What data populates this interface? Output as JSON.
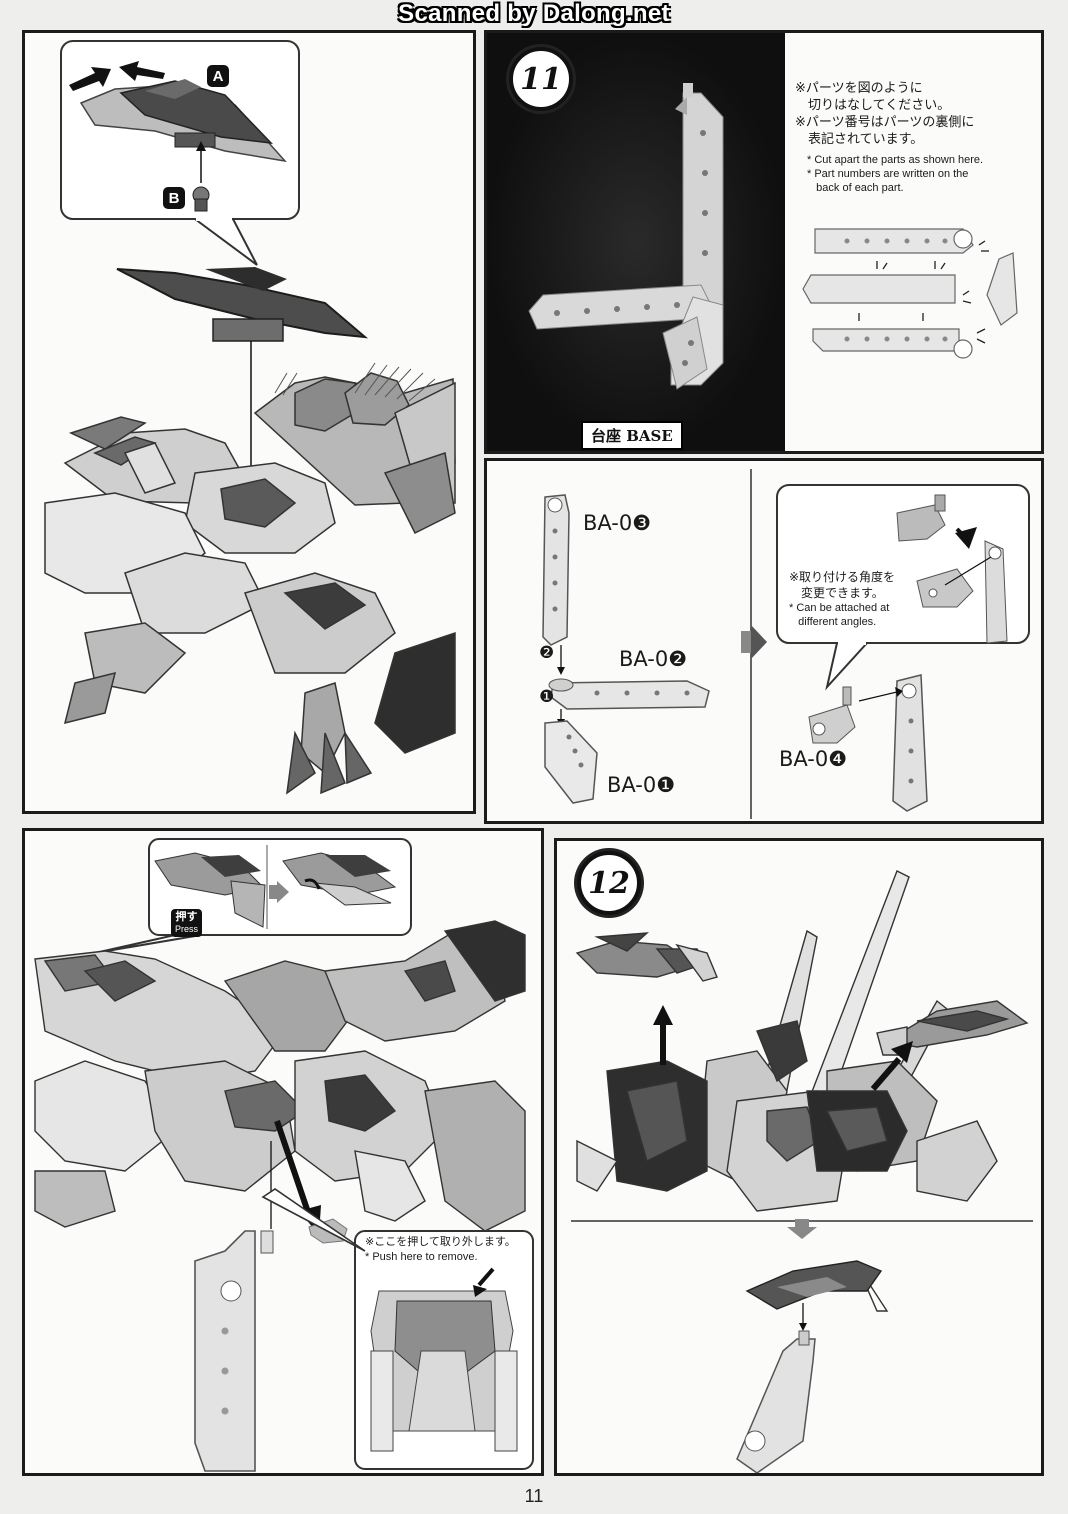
{
  "watermark": "Scanned by Dalong.net",
  "page_number": "11",
  "top_left": {
    "badge_a": "A",
    "badge_b": "B"
  },
  "step11": {
    "number": "11",
    "base_label": "台座 BASE",
    "notes_jp": [
      "※パーツを図のように",
      "　切りはなしてください。",
      "※パーツ番号はパーツの裏側に",
      "　表記されています。"
    ],
    "notes_en": [
      "* Cut apart the parts as shown here.",
      "* Part numbers are written on the",
      "   back of each part."
    ]
  },
  "assembly": {
    "parts": {
      "ba03": "BA-0❸",
      "ba02": "BA-0❷",
      "ba01": "BA-0❶",
      "ba04": "BA-0❹"
    },
    "steps": [
      "❷",
      "❶"
    ],
    "angle_note_jp": [
      "※取り付ける角度を",
      "　変更できます。"
    ],
    "angle_note_en": [
      "* Can be attached at",
      "   different angles."
    ]
  },
  "bottom_left": {
    "press_jp": "押す",
    "press_en": "Press",
    "remove_note_jp": "※ここを押して取り外します。",
    "remove_note_en": "* Push here to remove."
  },
  "step12": {
    "number": "12"
  },
  "colors": {
    "panel_border": "#1b1b1b",
    "dark_panel": "#181818",
    "accent_grey": "#8a8a8a"
  }
}
